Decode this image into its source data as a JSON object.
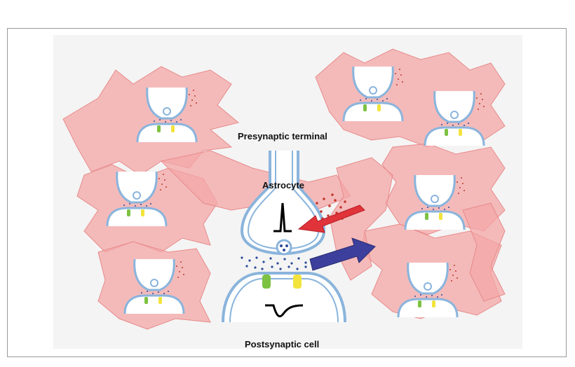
{
  "labels": {
    "presynaptic": "Presynaptic terminal",
    "astrocyte": "Astrocyte",
    "postsynaptic": "Postsynaptic cell"
  },
  "colors": {
    "astrocyte_fill": "#f4a7a7",
    "astrocyte_stroke": "#e88a8a",
    "membrane": "#8ab4dc",
    "membrane_fill": "#ffffff",
    "vesicle_dots": "#2c4a9a",
    "gliotransmitter_dots": "#c0392b",
    "receptor_green": "#7dc242",
    "receptor_yellow": "#f2e33d",
    "arrow_red": "#e0333a",
    "arrow_blue": "#3c3f9c",
    "trace": "#000000"
  }
}
